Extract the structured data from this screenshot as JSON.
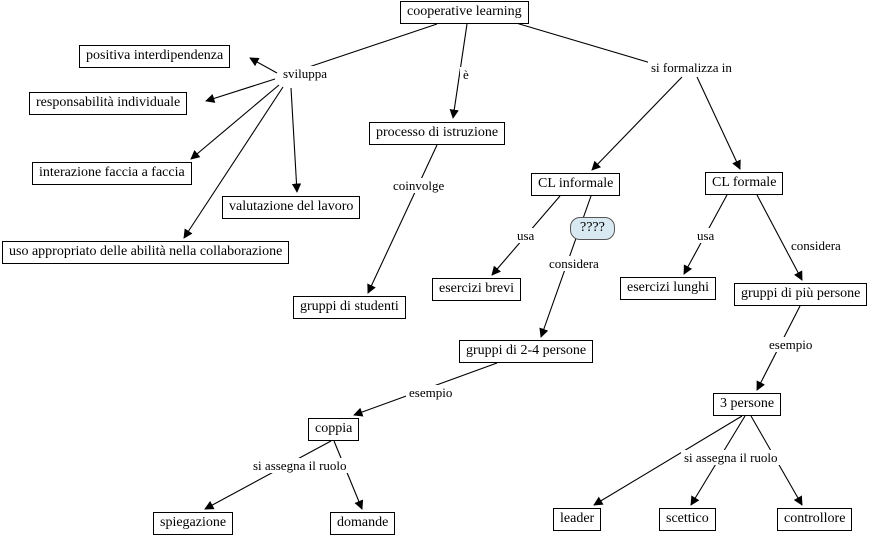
{
  "diagram": {
    "nodes": {
      "cooperative_learning": "cooperative learning",
      "positiva_interdipendenza": "positiva interdipendenza",
      "responsabilita_individuale": "responsabilità individuale",
      "interazione_faccia": "interazione faccia a faccia",
      "valutazione_lavoro": "valutazione del lavoro",
      "uso_appropriato": "uso appropriato delle abilità nella collaborazione",
      "processo_istruzione": "processo di istruzione",
      "gruppi_studenti": "gruppi di studenti",
      "cl_informale": "CL informale",
      "cl_formale": "CL formale",
      "question": "????",
      "esercizi_brevi": "esercizi brevi",
      "esercizi_lunghi": "esercizi lunghi",
      "gruppi_piu_persone": "gruppi di più persone",
      "gruppi_24_persone": "gruppi di 2-4 persone",
      "tre_persone": "3 persone",
      "coppia": "coppia",
      "spiegazione": "spiegazione",
      "domande": "domande",
      "leader": "leader",
      "scettico": "scettico",
      "controllore": "controllore"
    },
    "edge_labels": {
      "sviluppa": "sviluppa",
      "e": "è",
      "si_formalizza_in": "si formalizza in",
      "coinvolge": "coinvolge",
      "usa_informale": "usa",
      "considera_informale": "considera",
      "usa_formale": "usa",
      "considera_formale": "considera",
      "esempio_informale": "esempio",
      "esempio_formale": "esempio",
      "si_assegna_ruolo_coppia": "si assegna il ruolo",
      "si_assegna_ruolo_tre": "si assegna il ruolo"
    },
    "relations": [
      {
        "from": "cooperative learning",
        "label": "sviluppa",
        "to": "positiva interdipendenza"
      },
      {
        "from": "cooperative learning",
        "label": "sviluppa",
        "to": "responsabilità individuale"
      },
      {
        "from": "cooperative learning",
        "label": "sviluppa",
        "to": "interazione faccia a faccia"
      },
      {
        "from": "cooperative learning",
        "label": "sviluppa",
        "to": "valutazione del lavoro"
      },
      {
        "from": "cooperative learning",
        "label": "sviluppa",
        "to": "uso appropriato delle abilità nella collaborazione"
      },
      {
        "from": "cooperative learning",
        "label": "è",
        "to": "processo di istruzione"
      },
      {
        "from": "cooperative learning",
        "label": "si formalizza in",
        "to": "CL informale"
      },
      {
        "from": "cooperative learning",
        "label": "si formalizza in",
        "to": "CL formale"
      },
      {
        "from": "processo di istruzione",
        "label": "coinvolge",
        "to": "gruppi di studenti"
      },
      {
        "from": "CL informale",
        "label": "usa",
        "to": "esercizi brevi"
      },
      {
        "from": "CL informale",
        "label": "considera",
        "to": "gruppi di 2-4 persone"
      },
      {
        "from": "CL formale",
        "label": "usa",
        "to": "esercizi lunghi"
      },
      {
        "from": "CL formale",
        "label": "considera",
        "to": "gruppi di più persone"
      },
      {
        "from": "gruppi di 2-4 persone",
        "label": "esempio",
        "to": "coppia"
      },
      {
        "from": "gruppi di più persone",
        "label": "esempio",
        "to": "3 persone"
      },
      {
        "from": "coppia",
        "label": "si assegna il ruolo",
        "to": "spiegazione"
      },
      {
        "from": "coppia",
        "label": "si assegna il ruolo",
        "to": "domande"
      },
      {
        "from": "3 persone",
        "label": "si assegna il ruolo",
        "to": "leader"
      },
      {
        "from": "3 persone",
        "label": "si assegna il ruolo",
        "to": "scettico"
      },
      {
        "from": "3 persone",
        "label": "si assegna il ruolo",
        "to": "controllore"
      }
    ],
    "colors": {
      "node_border": "#000000",
      "node_background": "#ffffff",
      "question_background": "#d9e9f2",
      "line": "#000000"
    }
  }
}
